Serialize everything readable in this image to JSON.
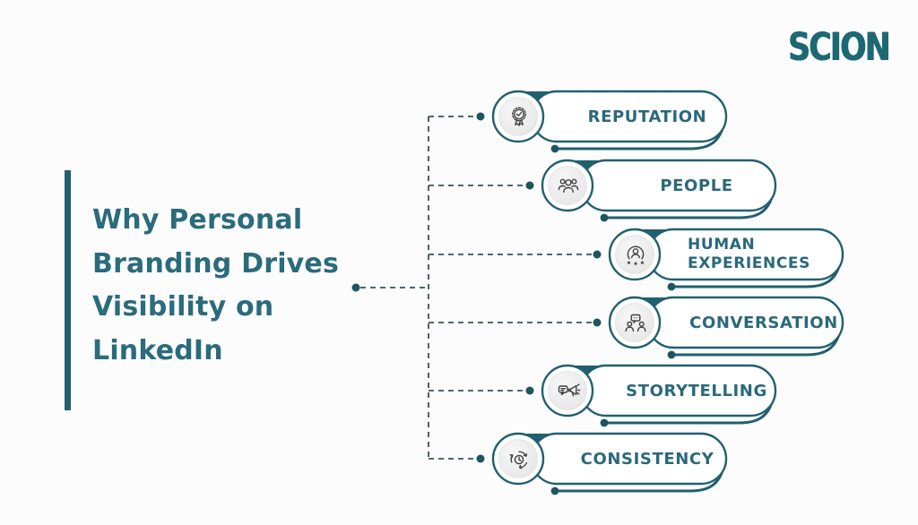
{
  "logo": {
    "text": "SCION",
    "color": "#1e6874"
  },
  "title": {
    "text": "Why Personal Branding Drives Visibility on LinkedIn",
    "lines": [
      "Why Personal",
      "Branding Drives",
      "Visibility on",
      "LinkedIn"
    ],
    "color": "#2a6b7c"
  },
  "branches": [
    {
      "label": "REPUTATION",
      "icon": "award-badge-icon"
    },
    {
      "label": "PEOPLE",
      "icon": "people-group-icon"
    },
    {
      "label": "HUMAN EXPERIENCES",
      "icon": "person-stars-icon"
    },
    {
      "label": "CONVERSATION",
      "icon": "chat-people-icon"
    },
    {
      "label": "STORYTELLING",
      "icon": "megaphone-story-icon"
    },
    {
      "label": "CONSISTENCY",
      "icon": "cycle-clock-icon"
    }
  ],
  "colors": {
    "background": "#fcfcfc",
    "accent_teal": "#20606f",
    "text_teal": "#2a6b7c",
    "dash_line": "#3a5159",
    "node_dot": "#1d5560",
    "icon_stroke": "#3f3f3f",
    "icon_circle_fill": "#ededed"
  }
}
